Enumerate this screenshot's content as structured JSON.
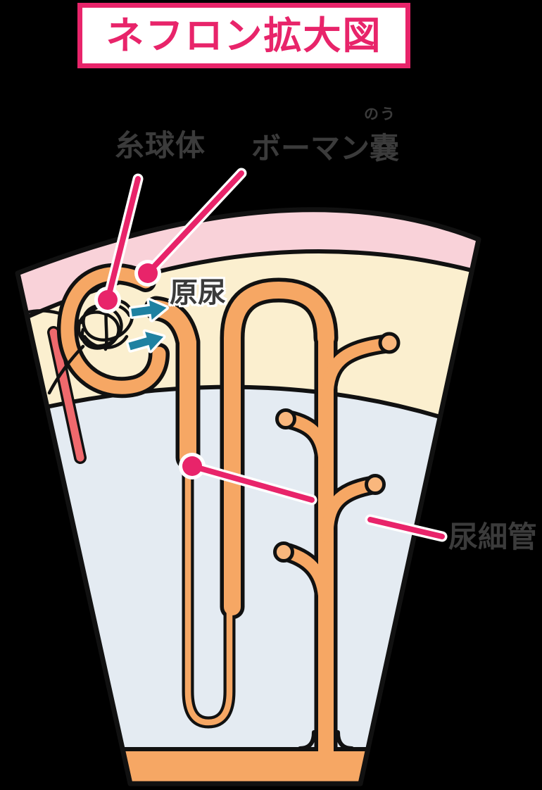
{
  "title": {
    "text": "ネフロン拡大図"
  },
  "labels": {
    "glomerulus": "糸球体",
    "bowman_capsule": "ボーマン嚢",
    "bowman_furigana": "のう",
    "primary_urine": "原尿",
    "renal_tubule": "尿細管"
  },
  "colors": {
    "accent": "#E8246A",
    "label_gray": "#3B3B3B",
    "ink": "#111111",
    "tube_orange": "#F6A764",
    "tube_tip_orange": "#F9B77D",
    "cortex_cream": "#FBEFCF",
    "capsule_band_pink": "#F9D2D9",
    "medulla_blue": "#E4EBF2",
    "pelvis_orange": "#F6A764",
    "vessel_salmon": "#F0696D",
    "arrow_teal": "#1F81A1",
    "halo_white": "#FFFFFF",
    "title_bg": "#FFFFFF",
    "background": "#000000"
  }
}
